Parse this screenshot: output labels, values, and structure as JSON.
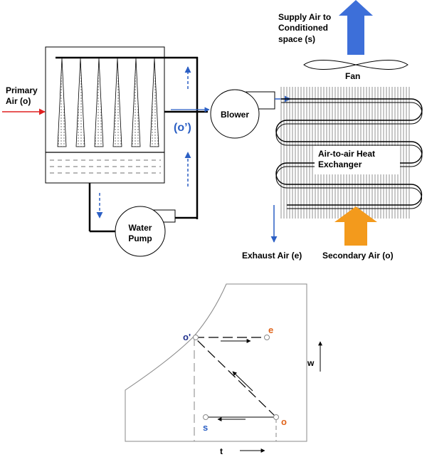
{
  "schematic": {
    "primary_air": [
      "Primary",
      "Air (o)"
    ],
    "o_prime": "(o’)",
    "blower": "Blower",
    "water_pump": [
      "Water",
      "Pump"
    ],
    "supply_air": [
      "Supply Air to",
      "Conditioned",
      "space (s)"
    ],
    "fan": "Fan",
    "heat_exchanger": [
      "Air-to-air Heat",
      "Exchanger"
    ],
    "exhaust_air": "Exhaust Air (e)",
    "secondary_air": "Secondary Air (o)"
  },
  "psychro": {
    "point_o_prime": "o'",
    "point_e": "e",
    "point_o": "o",
    "point_s": "s",
    "axis_w": "w",
    "axis_t": "t"
  },
  "colors": {
    "blue": "#2b5fc4",
    "supply_arrow": "#3d6fd9",
    "secondary_arrow": "#f39a1c",
    "primary_arrow": "#e02020",
    "orange_label": "#e0651c",
    "navy_label": "#1f2f8c"
  }
}
